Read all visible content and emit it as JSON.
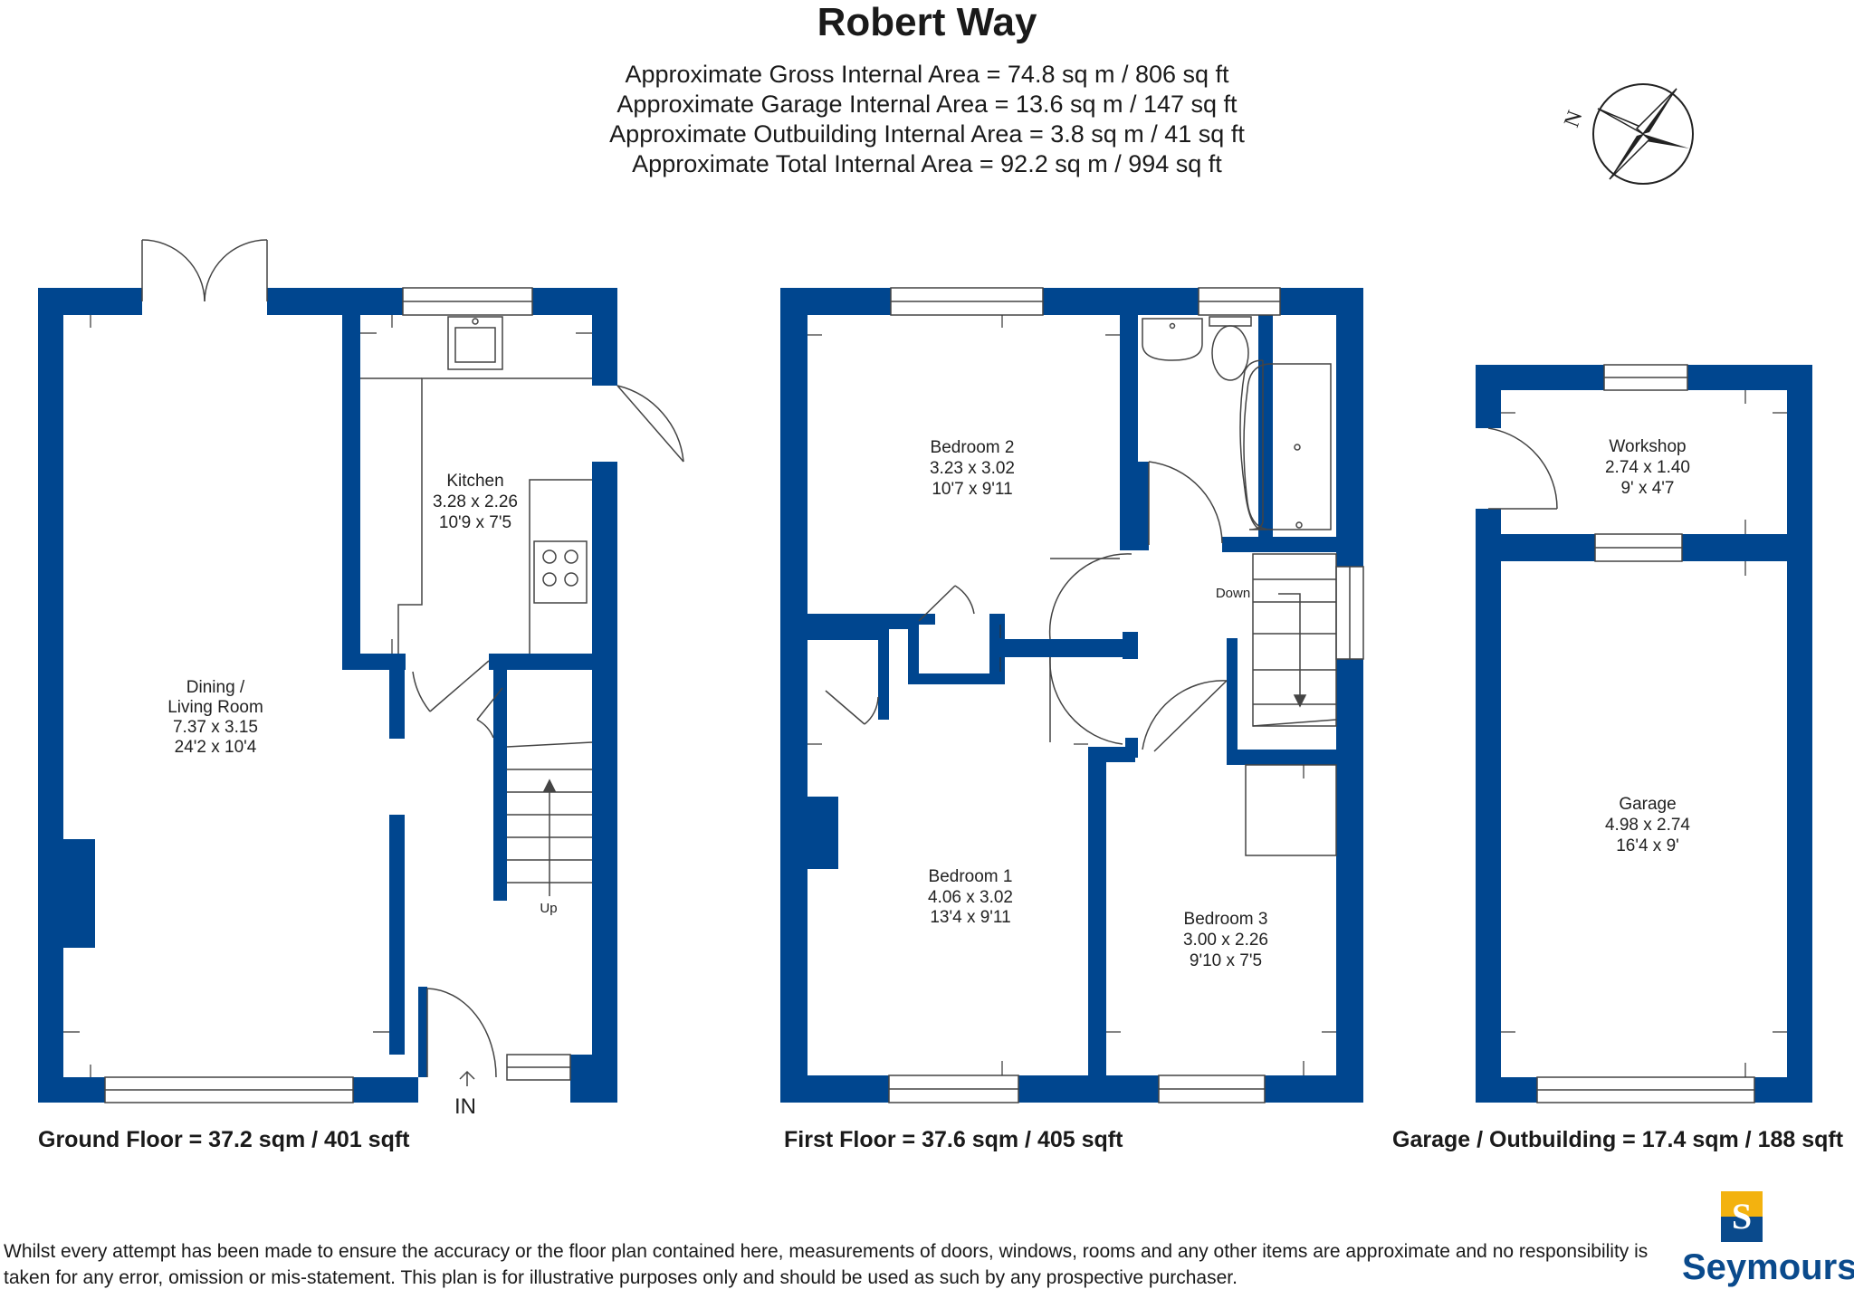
{
  "title": "Robert Way",
  "areas": [
    "Approximate Gross Internal Area = 74.8 sq m / 806 sq ft",
    "Approximate Garage Internal Area = 13.6 sq m / 147 sq ft",
    "Approximate Outbuilding Internal Area = 3.8 sq m / 41 sq ft",
    "Approximate Total Internal Area = 92.2 sq m / 994 sq ft"
  ],
  "compass": {
    "north_label": "N"
  },
  "ground_floor": {
    "caption": "Ground Floor = 37.2 sqm / 401 sqft",
    "dining": {
      "name1": "Dining /",
      "name2": "Living Room",
      "metric": "7.37 x 3.15",
      "imperial": "24'2 x 10'4"
    },
    "kitchen": {
      "name": "Kitchen",
      "metric": "3.28 x 2.26",
      "imperial": "10'9 x 7'5"
    },
    "stairs_label": "Up",
    "entrance_label": "IN"
  },
  "first_floor": {
    "caption": "First Floor = 37.6 sqm / 405 sqft",
    "bedroom2": {
      "name": "Bedroom 2",
      "metric": "3.23 x 3.02",
      "imperial": "10'7 x 9'11"
    },
    "bedroom1": {
      "name": "Bedroom 1",
      "metric": "4.06 x 3.02",
      "imperial": "13'4 x 9'11"
    },
    "bedroom3": {
      "name": "Bedroom 3",
      "metric": "3.00 x 2.26",
      "imperial": "9'10 x 7'5"
    },
    "stairs_label": "Down"
  },
  "garage_floor": {
    "caption": "Garage / Outbuilding = 17.4 sqm / 188 sqft",
    "workshop": {
      "name": "Workshop",
      "metric": "2.74 x 1.40",
      "imperial": "9' x 4'7"
    },
    "garage": {
      "name": "Garage",
      "metric": "4.98 x 2.74",
      "imperial": "16'4 x 9'"
    }
  },
  "disclaimer": "Whilst every attempt has been made to ensure the accuracy or the floor plan contained here, measurements of doors, windows, rooms and any other items are approximate and no responsibility is taken for any error, omission or mis-statement. This plan is for illustrative purposes only and should be used as such by any prospective purchaser.",
  "brand": {
    "letter": "S",
    "name": "Seymours"
  },
  "colors": {
    "wall": "#00468f",
    "brand_blue": "#0a4a8c",
    "brand_gold": "#f3b20f"
  }
}
